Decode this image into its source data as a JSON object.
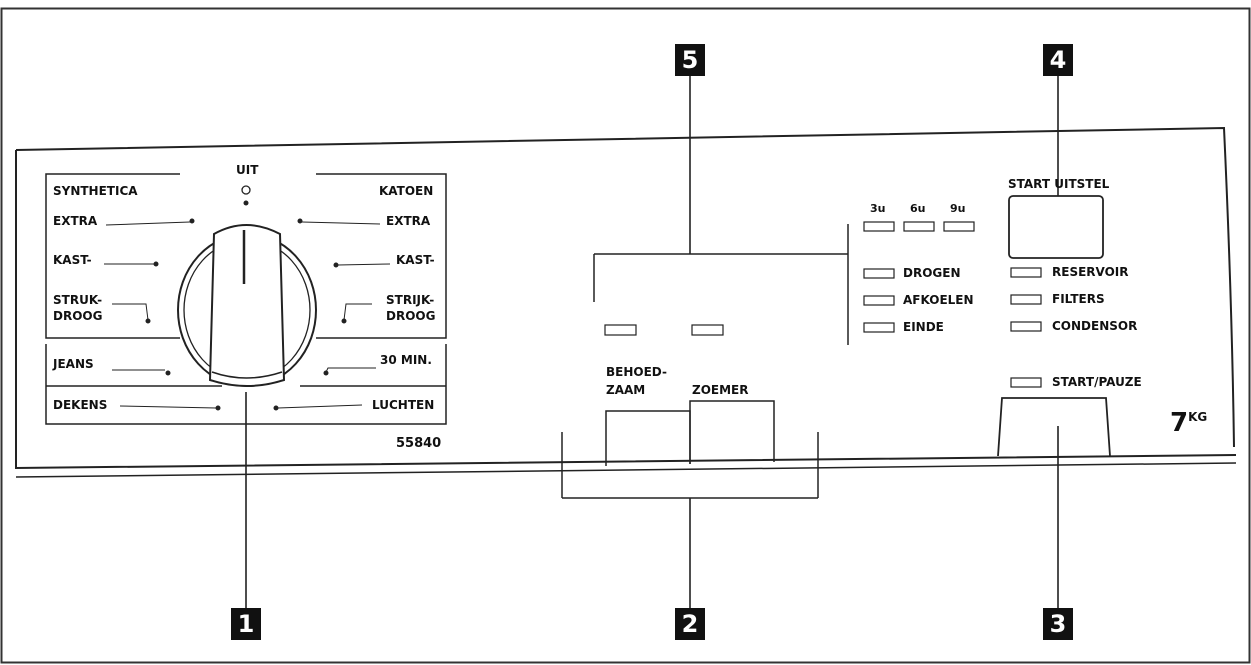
{
  "callouts": {
    "c1": "1",
    "c2": "2",
    "c3": "3",
    "c4": "4",
    "c5": "5"
  },
  "dial": {
    "off_label": "UIT",
    "left_header": "SYNTHETICA",
    "right_header": "KATOEN",
    "left_programs": [
      "EXTRA",
      "KAST-",
      "STRUK-",
      "DROOG",
      "JEANS",
      "DEKENS"
    ],
    "right_programs": [
      "EXTRA",
      "KAST-",
      "STRIJK-",
      "DROOG",
      "30 MIN.",
      "LUCHTEN"
    ],
    "model_number": "55840"
  },
  "options": {
    "careful_label_1": "BEHOED-",
    "careful_label_2": "ZAAM",
    "buzzer_label": "ZOEMER"
  },
  "delay": {
    "labels": [
      "3u",
      "6u",
      "9u"
    ]
  },
  "phases": [
    "DROGEN",
    "AFKOELEN",
    "EINDE"
  ],
  "warnings": [
    "RESERVOIR",
    "FILTERS",
    "CONDENSOR"
  ],
  "start_delay_label": "START UITSTEL",
  "start_pause_label": "START/PAUZE",
  "capacity": {
    "value": "7",
    "unit": "KG"
  }
}
